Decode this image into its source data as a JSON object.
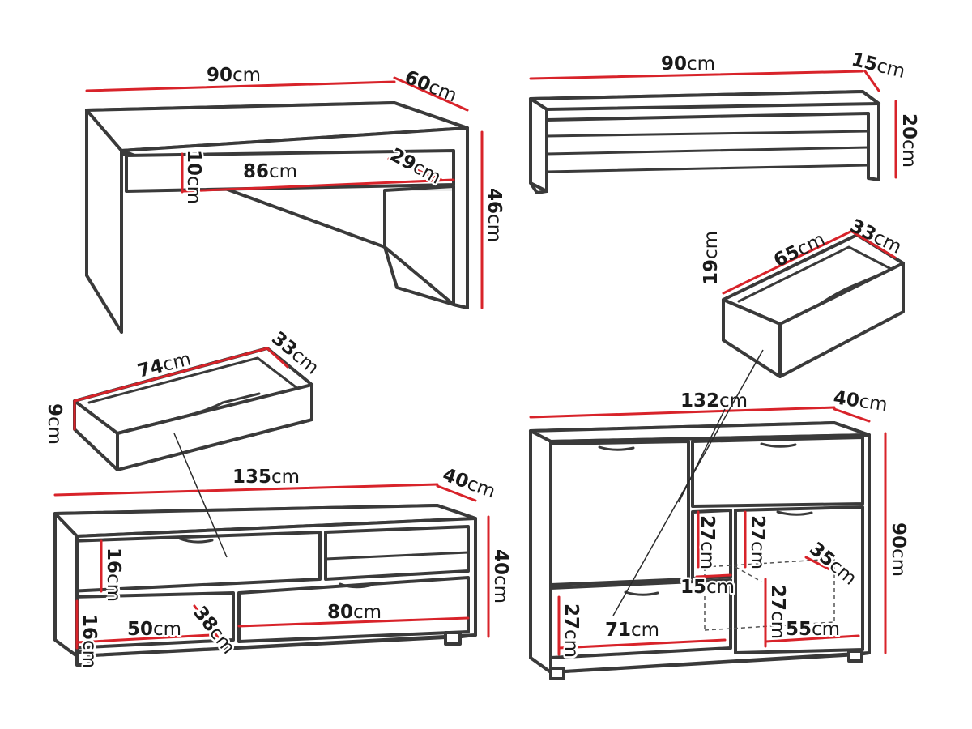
{
  "colors": {
    "outline": "#3a3a3a",
    "dimension_line": "#d8232a",
    "text": "#1a1a1a",
    "background": "#ffffff"
  },
  "unit": "cm",
  "desk": {
    "width": "90",
    "depth": "60",
    "height": "46",
    "shelf_width": "86",
    "shelf_height": "10",
    "shelf_depth": "29"
  },
  "top_shelf": {
    "width": "90",
    "depth": "15",
    "height": "20"
  },
  "tv_drawer": {
    "length": "74",
    "depth": "33",
    "height": "9"
  },
  "tv_unit": {
    "width": "135",
    "depth": "40",
    "height": "40",
    "compartment_left_width": "50",
    "compartment_right_width": "80",
    "compartment_depth": "38",
    "upper_height": "16",
    "lower_height": "16"
  },
  "chest_drawer": {
    "length": "65",
    "depth": "33",
    "height": "19"
  },
  "chest": {
    "width": "132",
    "depth": "40",
    "height": "90",
    "bottom_left_width": "71",
    "bottom_left_height": "27",
    "narrow_width": "15",
    "narrow_height": "27",
    "mid_right_height": "27",
    "lower_right_height": "27",
    "lower_right_width": "55",
    "inner_depth": "35"
  }
}
